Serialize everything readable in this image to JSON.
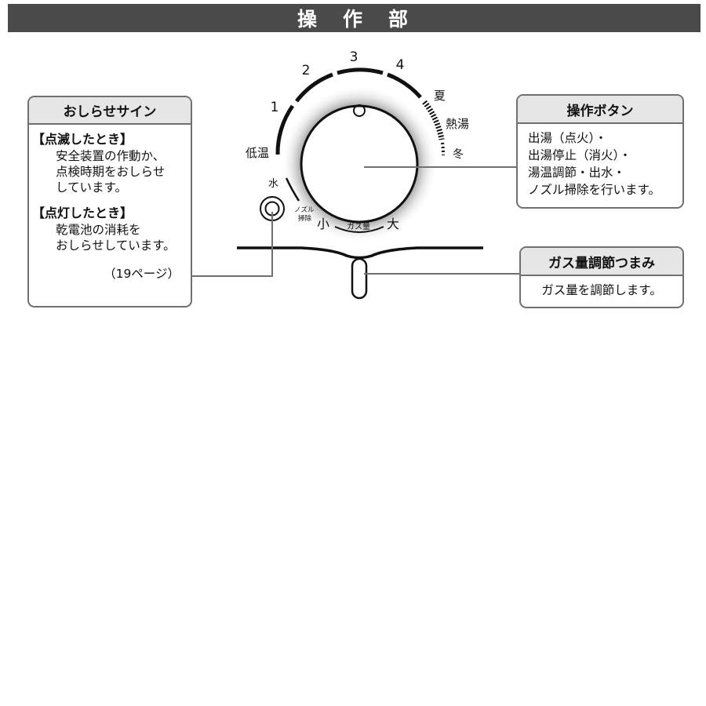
{
  "title": "操　作　部",
  "dial": {
    "numbers": [
      "1",
      "2",
      "3",
      "4"
    ],
    "label_low": "低温",
    "label_summer": "夏",
    "label_hot": "熱湯",
    "label_winter": "冬",
    "label_water": "水",
    "label_nozzle_1": "ノズル",
    "label_nozzle_2": "掃除",
    "knob_mark": "O"
  },
  "gas_knob": {
    "label_small": "小",
    "label_large": "大",
    "label_amount": "ガス量"
  },
  "signal_callout": {
    "title": "おしらせサイン",
    "blink_head": "【点滅したとき】",
    "blink_lines": [
      "安全装置の作動か、",
      "点検時期をおしらせ",
      "しています。"
    ],
    "lit_head": "【点灯したとき】",
    "lit_lines": [
      "乾電池の消耗を",
      "おしらせしています。"
    ],
    "page_ref": "（19ページ）"
  },
  "button_callout": {
    "title": "操作ボタン",
    "lines": [
      "出湯（点火）・",
      "出湯停止（消火）・",
      "湯温調節・出水・",
      "ノズル掃除を行います。"
    ]
  },
  "gas_callout": {
    "title": "ガス量調節つまみ",
    "text": "ガス量を調節します。"
  }
}
